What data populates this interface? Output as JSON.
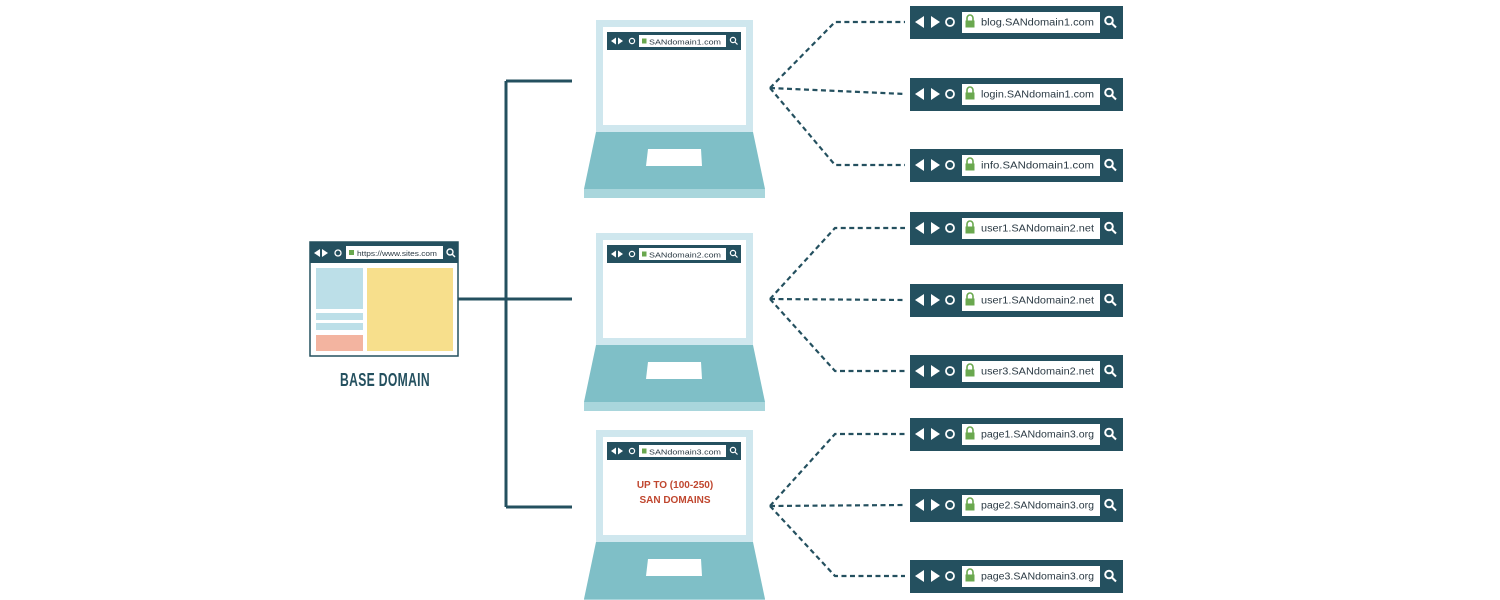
{
  "base": {
    "label": "BASE DOMAIN",
    "url": "https://www.sites.com"
  },
  "laptops": [
    {
      "url": "SANdomain1.com",
      "note": []
    },
    {
      "url": "SANdomain2.com",
      "note": []
    },
    {
      "url": "SANdomain3.com",
      "note": [
        "UP TO (100-250)",
        "SAN DOMAINS"
      ]
    }
  ],
  "san_bars": [
    "blog.SANdomain1.com",
    "login.SANdomain1.com",
    "info.SANdomain1.com",
    "user1.SANdomain2.net",
    "user1.SANdomain2.net",
    "user3.SANdomain2.net",
    "page1.SANdomain3.org",
    "page2.SANdomain3.org",
    "page3.SANdomain3.org"
  ],
  "colors": {
    "navy": "#24505f",
    "screen_frame": "#cfe7ee",
    "laptop_base": "#7fbfc7",
    "laptop_base_edge": "#a9d6dc",
    "lock": "#6aa84f",
    "note": "#c0472f",
    "panel_blue": "#bcdfe8",
    "panel_yellow": "#f7df8c",
    "panel_pink": "#f3b4a0"
  }
}
